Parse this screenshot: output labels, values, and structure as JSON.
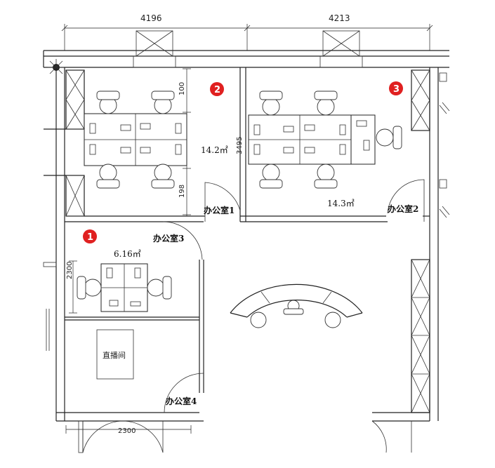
{
  "dimensions": {
    "top_left": "4196",
    "top_right": "4213",
    "office2_height_top": "100",
    "office2_height_bottom": "198",
    "office3_height": "3495",
    "office1_height": "2300",
    "bottom_width": "2300"
  },
  "markers": [
    "1",
    "2",
    "3"
  ],
  "rooms": {
    "office1": {
      "area": "6.16㎡",
      "door_label": "办公室3"
    },
    "office2": {
      "area": "14.2㎡",
      "door_label": "办公室1"
    },
    "office3": {
      "area": "14.3㎡",
      "door_label": "办公室2"
    },
    "office4": {
      "door_label": "办公室4"
    },
    "studio": {
      "label": "直播间"
    }
  },
  "colors": {
    "marker": "#e02020",
    "line": "#222222",
    "background": "#ffffff"
  }
}
